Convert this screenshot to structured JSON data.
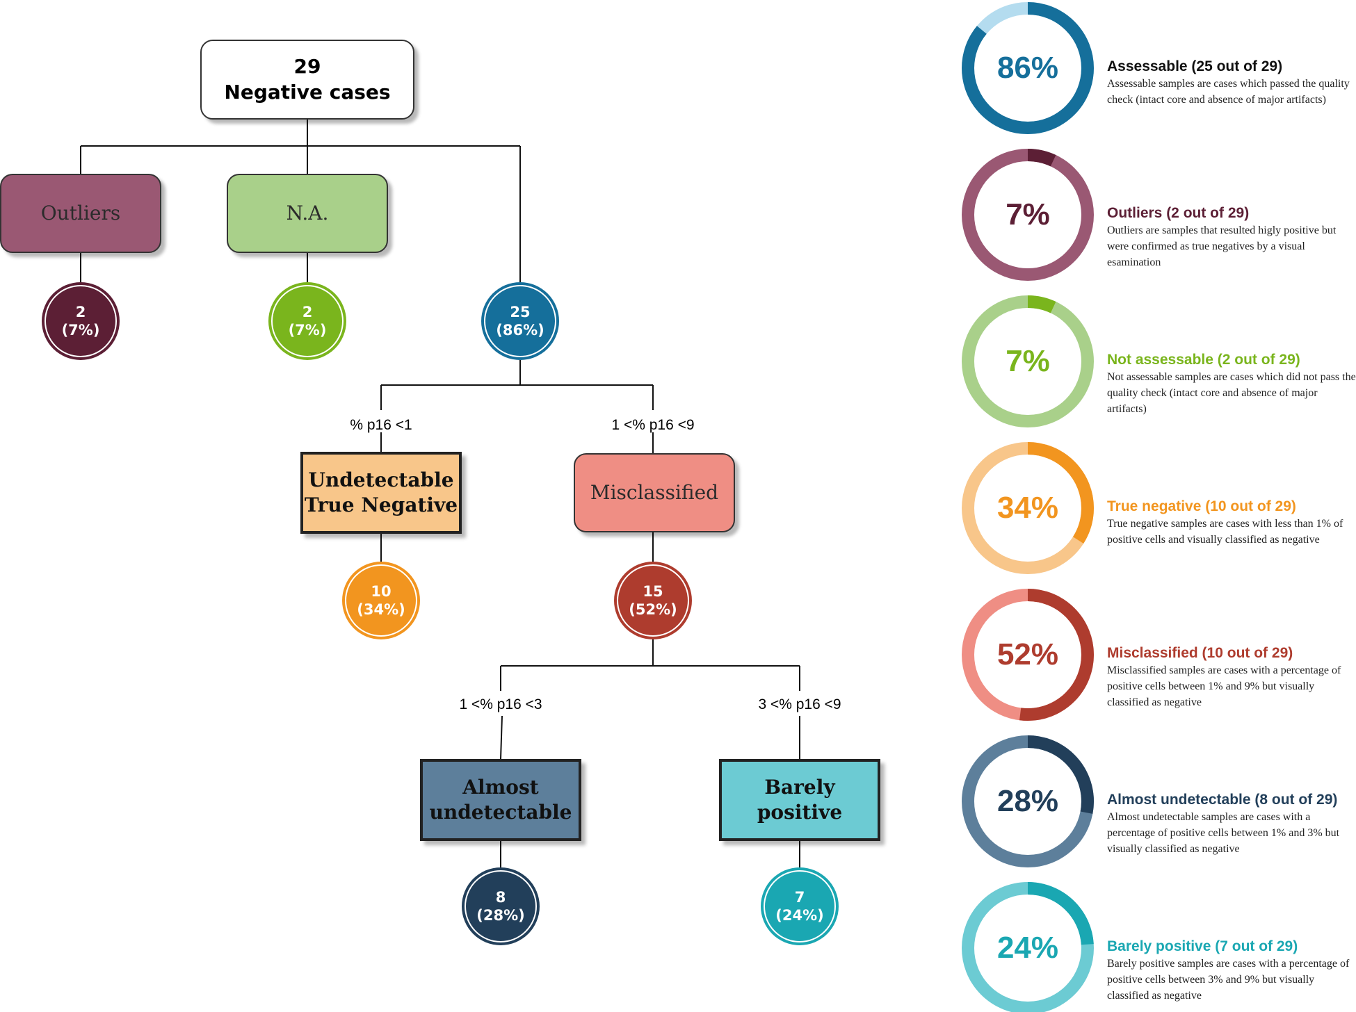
{
  "tree": {
    "root": {
      "count": "29",
      "label": "Negative cases"
    },
    "outliers": {
      "label": "Outliers",
      "count": "2",
      "pct": "(7%)"
    },
    "na": {
      "label": "N.A.",
      "count": "2",
      "pct": "(7%)"
    },
    "assessable": {
      "count": "25",
      "pct": "(86%)"
    },
    "true_negative": {
      "label_line1": "Undetectable",
      "label_line2": "True Negative",
      "count": "10",
      "pct": "(34%)",
      "edge_label": "% p16 <1"
    },
    "misclassified": {
      "label": "Misclassified",
      "count": "15",
      "pct": "(52%)",
      "edge_label": "1 <% p16 <9"
    },
    "almost": {
      "label_line1": "Almost",
      "label_line2": "undetectable",
      "count": "8",
      "pct": "(28%)",
      "edge_label": "1 <% p16 <3"
    },
    "barely": {
      "label_line1": "Barely",
      "label_line2": "positive",
      "count": "7",
      "pct": "(24%)",
      "edge_label": "3 <% p16 <9"
    }
  },
  "stats": [
    {
      "pct_label": "86%",
      "value": 0.86,
      "title": "Assessable (25 out of 29)",
      "desc": "Assessable samples are cases which passed the quality check (intact core and absence of major artifacts)",
      "dark": "#156f9b",
      "light": "#b4dcef",
      "title_color": "#111111"
    },
    {
      "pct_label": "7%",
      "value": 0.07,
      "title": "Outliers (2 out of 29)",
      "desc": "Outliers are samples that resulted higly positive but were confirmed as true negatives by a visual esamination",
      "dark": "#5c1f35",
      "light": "#9a5873",
      "title_color": "#5c1f35"
    },
    {
      "pct_label": "7%",
      "value": 0.07,
      "title": "Not assessable (2 out of 29)",
      "desc": "Not assessable samples are cases which did not pass the quality check (intact core and absence of major artifacts)",
      "dark": "#7ab51d",
      "light": "#a9d08a",
      "title_color": "#7ab51d"
    },
    {
      "pct_label": "34%",
      "value": 0.34,
      "title": "True negative (10 out of 29)",
      "desc": "True negative samples are cases with less than 1% of positive cells and visually classified as negative",
      "dark": "#f2951f",
      "light": "#f8c68a",
      "title_color": "#f2951f"
    },
    {
      "pct_label": "52%",
      "value": 0.52,
      "title": "Misclassified (10 out of 29)",
      "desc": "Misclassified samples are cases with a percentage of positive cells between 1% and 9% but visually classified as negative",
      "dark": "#ae3c2e",
      "light": "#ef8e84",
      "title_color": "#ae3c2e"
    },
    {
      "pct_label": "28%",
      "value": 0.28,
      "title": "Almost undetectable (8 out of 29)",
      "desc": "Almost undetectable samples are cases with a percentage of positive cells between 1% and 3% but visually classified as negative",
      "dark": "#223f5a",
      "light": "#5d7f9b",
      "title_color": "#223f5a"
    },
    {
      "pct_label": "24%",
      "value": 0.24,
      "title": "Barely positive (7 out of 29)",
      "desc": "Barely positive samples are cases with a percentage of positive cells between 3% and 9% but visually classified as negative",
      "dark": "#1aa7b2",
      "light": "#6ccbd3",
      "title_color": "#1aa7b2"
    }
  ]
}
